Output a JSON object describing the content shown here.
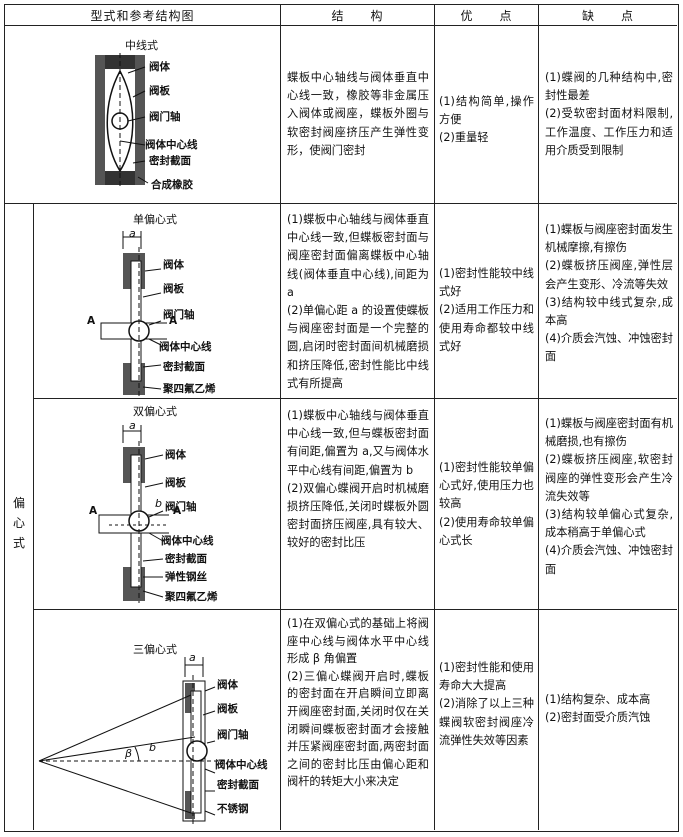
{
  "header": {
    "col_type": "型式和参考结构图",
    "col_structure": "结　　构",
    "col_advantages": "优　　点",
    "col_disadvantages": "缺　　点"
  },
  "side_label": "偏心式",
  "rows": [
    {
      "title": "中线式",
      "labels": [
        "阀体",
        "阀板",
        "阀门轴",
        "阀体中心线",
        "密封截面",
        "合成橡胶"
      ],
      "structure": "蝶板中心轴线与阀体垂直中心线一致，橡胶等非金属压入阀体或阀座，蝶板外圈与软密封阀座挤压产生弹性变形，使阀门密封",
      "advantages": "(1)结构简单,操作方便\n(2)重量轻",
      "disadvantages": "(1)蝶阀的几种结构中,密封性最差\n(2)受软密封面材料限制,工作温度、工作压力和适用介质受到限制"
    },
    {
      "title": "单偏心式",
      "labels": [
        "阀体",
        "阀板",
        "阀门轴",
        "阀体中心线",
        "密封截面",
        "聚四氟乙烯"
      ],
      "dims": {
        "a": "a",
        "A1": "A",
        "A2": "A"
      },
      "structure": "(1)蝶板中心轴线与阀体垂直中心线一致,但蝶板密封面与阀座密封面偏离蝶板中心轴线(阀体垂直中心线),间距为 a\n(2)单偏心距 a 的设置使蝶板与阀座密封面是一个完整的圆,启闭时密封面间机械磨损和挤压降低,密封性能比中线式有所提高",
      "advantages": "(1)密封性能较中线式好\n(2)适用工作压力和使用寿命都较中线式好",
      "disadvantages": "(1)蝶板与阀座密封面发生机械摩擦,有擦伤\n(2)蝶板挤压阀座,弹性层会产生变形、冷流等失效\n(3)结构较中线式复杂,成本高\n(4)介质会汽蚀、冲蚀密封面"
    },
    {
      "title": "双偏心式",
      "labels": [
        "阀体",
        "阀板",
        "阀门轴",
        "阀体中心线",
        "密封截面",
        "弹性钢丝",
        "聚四氟乙烯"
      ],
      "dims": {
        "a": "a",
        "b": "b",
        "A1": "A",
        "A2": "A"
      },
      "structure": "(1)蝶板中心轴线与阀体垂直中心线一致,但与蝶板密封面有间距,偏置为 a,又与阀体水平中心线有间距,偏置为 b\n(2)双偏心蝶阀开启时机械磨损挤压降低,关闭时蝶板外圆密封面挤压阀座,具有较大、较好的密封比压",
      "advantages": "(1)密封性能较单偏心式好,使用压力也较高\n(2)使用寿命较单偏心式长",
      "disadvantages": "(1)蝶板与阀座密封面有机械磨损,也有擦伤\n(2)蝶板挤压阀座,软密封阀座的弹性变形会产生冷流失效等\n(3)结构较单偏心式复杂,成本稍高于单偏心式\n(4)介质会汽蚀、冲蚀密封面"
    },
    {
      "title": "三偏心式",
      "labels": [
        "阀体",
        "阀板",
        "阀门轴",
        "阀体中心线",
        "密封截面",
        "不锈钢"
      ],
      "dims": {
        "a": "a",
        "b": "b",
        "beta": "β"
      },
      "structure": "(1)在双偏心式的基础上将阀座中心线与阀体水平中心线形成 β 角偏置\n(2)三偏心蝶阀开启时,蝶板的密封面在开启瞬间立即离开阀座密封面,关闭时仅在关闭瞬间蝶板密封面才会接触并压紧阀座密封面,两密封面之间的密封比压由偏心距和阀杆的转矩大小来决定",
      "advantages": "(1)密封性能和使用寿命大大提高\n(2)消除了以上三种蝶阀软密封阀座冷流弹性失效等因素",
      "disadvantages": "(1)结构复杂、成本高\n(2)密封面受介质汽蚀"
    }
  ]
}
